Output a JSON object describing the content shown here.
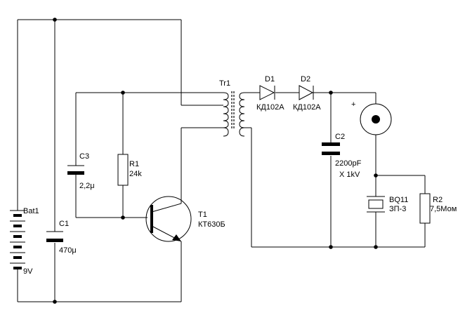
{
  "components": {
    "battery": {
      "ref": "Bat1",
      "value": "9V"
    },
    "c1": {
      "ref": "C1",
      "value": "470μ"
    },
    "c3": {
      "ref": "C3",
      "value": "2,2μ"
    },
    "r1": {
      "ref": "R1",
      "value": "24k"
    },
    "t1": {
      "ref": "T1",
      "value": "КТ630Б"
    },
    "tr1": {
      "ref": "Tr1"
    },
    "d1": {
      "ref": "D1",
      "value": "КД102А"
    },
    "d2": {
      "ref": "D2",
      "value": "КД102А"
    },
    "c2": {
      "ref": "C2",
      "value": "2200pF",
      "rating": "X 1kV"
    },
    "bq11": {
      "ref": "BQ11",
      "value": "ЗП-3"
    },
    "r2": {
      "ref": "R2",
      "value": "7,5Мом"
    },
    "output": {
      "polarity": "+"
    }
  }
}
